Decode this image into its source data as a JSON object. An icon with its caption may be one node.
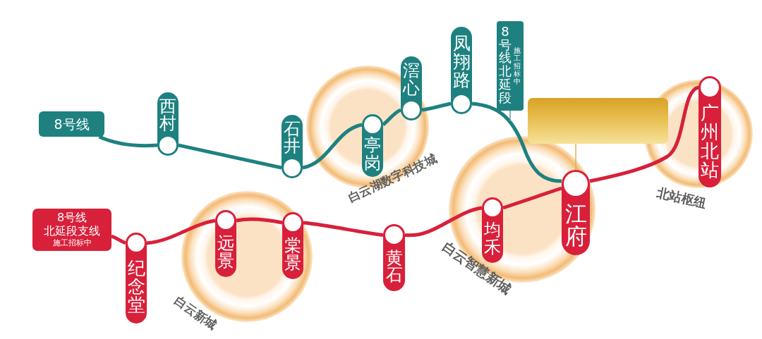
{
  "diagram": {
    "nodes": [
      {
        "text": [
          "8号线"
        ]
      },
      {
        "text": [
          "西村"
        ]
      },
      {
        "text": [
          "石井"
        ]
      },
      {
        "text": [
          "亭岗"
        ]
      },
      {
        "text": [
          "滘心"
        ]
      },
      {
        "text": [
          "凤翔路"
        ]
      },
      {
        "text": [
          "8号线北延段",
          "施工招标中"
        ]
      },
      {
        "text": [],
        "shape": "box"
      },
      {
        "text": [
          "8号线北延段支线",
          "施工招标中"
        ]
      },
      {
        "text": [
          "纪念堂"
        ]
      },
      {
        "text": [
          "远景"
        ]
      },
      {
        "text": [
          "棠景"
        ]
      },
      {
        "text": [
          "黄石"
        ]
      },
      {
        "text": [
          "均禾"
        ]
      },
      {
        "text": [
          "江府"
        ]
      },
      {
        "text": [
          "广州北站"
        ]
      }
    ],
    "edges": [
      {
        "from": 0,
        "to": 1,
        "arrow": "none",
        "color": "#1e8180"
      },
      {
        "from": 1,
        "to": 2,
        "arrow": "none",
        "color": "#1e8180"
      },
      {
        "from": 2,
        "to": 3,
        "arrow": "none",
        "color": "#1e8180"
      },
      {
        "from": 3,
        "to": 4,
        "arrow": "none",
        "color": "#1e8180"
      },
      {
        "from": 4,
        "to": 5,
        "arrow": "none",
        "color": "#1e8180"
      },
      {
        "from": 5,
        "to": 14,
        "arrow": "none",
        "color": "#1e8180"
      },
      {
        "from": 6,
        "to": null,
        "arrow": "none",
        "color": "#5f9e9c"
      },
      {
        "from": 7,
        "to": 14,
        "arrow": "none",
        "color": "#d9b44c"
      },
      {
        "from": 8,
        "to": 9,
        "arrow": "none"
      },
      {
        "from": 9,
        "to": 10,
        "arrow": "none"
      },
      {
        "from": 10,
        "to": 11,
        "arrow": "none"
      },
      {
        "from": 11,
        "to": 12,
        "arrow": "none"
      },
      {
        "from": 12,
        "to": 13,
        "arrow": "none"
      },
      {
        "from": 13,
        "to": 14,
        "arrow": "none"
      },
      {
        "from": 14,
        "to": 15,
        "arrow": "none"
      }
    ],
    "labels": [
      "白云湖数字科技城",
      "北站枢纽",
      "白云智慧新城",
      "白云新城"
    ]
  }
}
